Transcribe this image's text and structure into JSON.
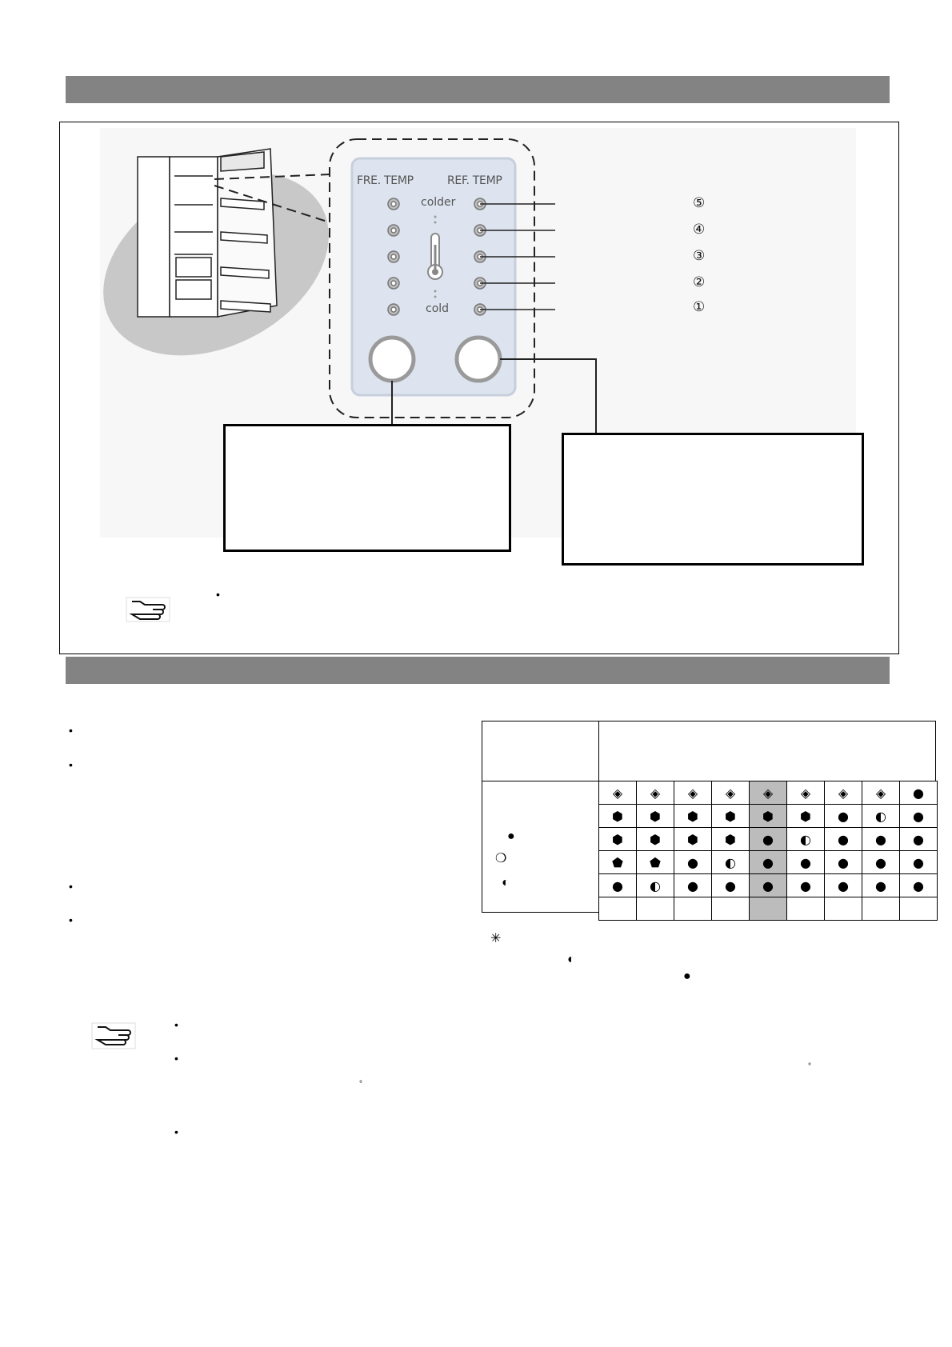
{
  "control_panel": {
    "freezer_label": "FRE. TEMP",
    "fridge_label": "REF. TEMP",
    "colder_label": "colder",
    "cold_label": "cold",
    "level_marks": [
      "⑤",
      "④",
      "③",
      "②",
      "①"
    ]
  },
  "note_icon": "pointing-hand-icon",
  "bullet_glyph": "•",
  "degree_glyph": "°",
  "table": {
    "header_left": "",
    "header_right": "",
    "legend_symbols": [
      "●",
      "❍",
      "◐"
    ],
    "rows": [
      [
        "◈",
        "◈",
        "◈",
        "◈",
        "◈",
        "◈",
        "◈",
        "◈",
        "●"
      ],
      [
        "⬢",
        "⬢",
        "⬢",
        "⬢",
        "⬢",
        "⬢",
        "●",
        "◐",
        "●"
      ],
      [
        "⬢",
        "⬢",
        "⬢",
        "⬢",
        "●",
        "◐",
        "●",
        "●",
        "●"
      ],
      [
        "⬟",
        "⬟",
        "●",
        "◐",
        "●",
        "●",
        "●",
        "●",
        "●"
      ],
      [
        "●",
        "◐",
        "●",
        "●",
        "●",
        "●",
        "●",
        "●",
        "●"
      ],
      [
        "",
        "",
        "",
        "",
        "",
        "",
        "",
        "",
        ""
      ]
    ],
    "highlight_column": 5
  },
  "footnote": {
    "asterisk": "✳",
    "symbol_half": "◐",
    "symbol_full": "●"
  }
}
